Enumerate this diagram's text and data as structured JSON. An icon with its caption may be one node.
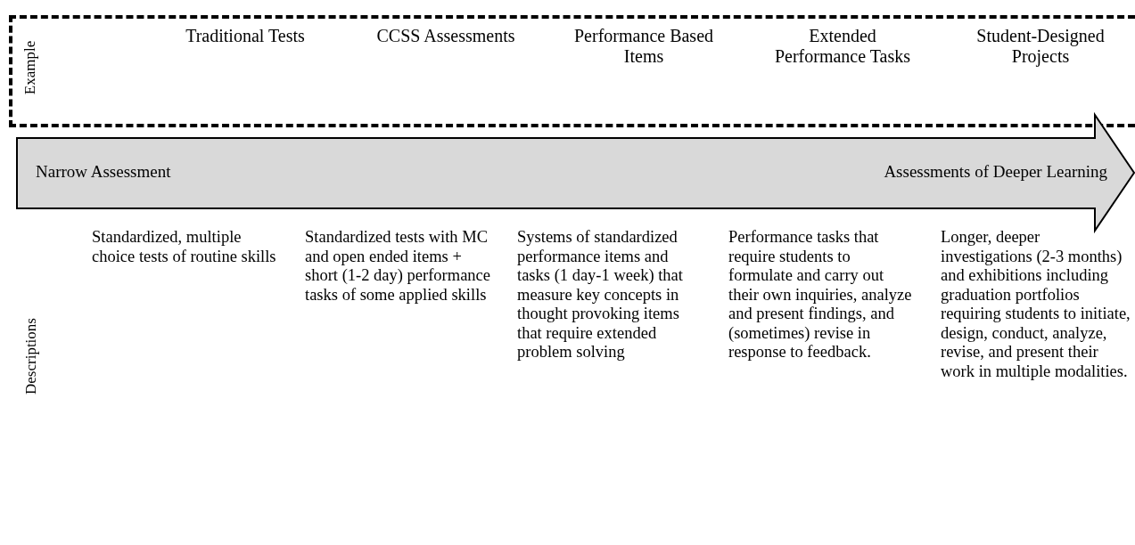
{
  "diagram": {
    "nodes": [
      {
        "text": [
          "Example"
        ]
      },
      {
        "text": [
          "Narrow Assessment",
          "Assessments of Deeper Learning"
        ]
      }
    ],
    "labels": [
      "Traditional Tests",
      "CCSS Assessments",
      "Performance Based Items",
      "Extended Performance Tasks",
      "Student-Designed Projects",
      "Descriptions",
      "Standardized, multiple choice tests of routine skills",
      "Standardized tests with MC and open ended items + short (1-2 day) performance tasks of some applied skills",
      "Systems of standardized performance items and tasks (1 day-1 week) that measure key concepts in thought provoking items that require extended problem solving",
      "Performance tasks that require students to formulate and carry out their own inquiries, analyze and present findings, and (sometimes) revise in response to feedback.",
      "Longer, deeper investigations (2-3 months) and exhibitions including graduation portfolios requiring students to initiate, design, conduct, analyze, revise, and present their work in multiple modalities."
    ]
  }
}
